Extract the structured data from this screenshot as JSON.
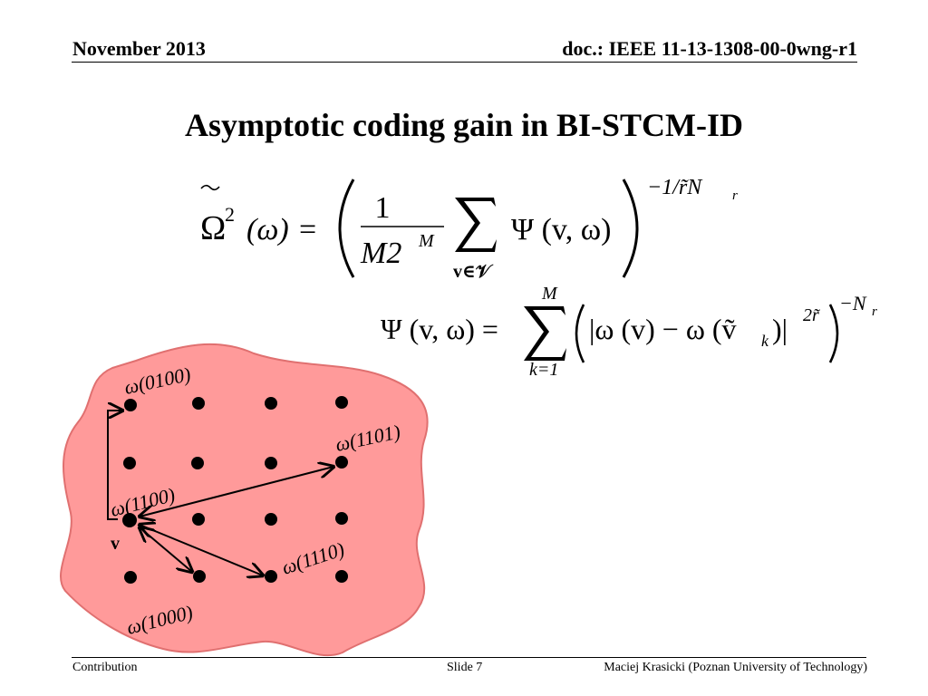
{
  "header": {
    "date": "November 2013",
    "doc_id": "doc.: IEEE 11-13-1308-00-0wng-r1"
  },
  "slide": {
    "title": "Asymptotic coding gain in BI-STCM-ID"
  },
  "equations": {
    "eq1": {
      "lhs_symbol": "Ω",
      "lhs_sup": "2",
      "lhs_arg": "(ω)",
      "equals": "=",
      "frac_num": "1",
      "frac_den": "M2",
      "frac_den_sup": "M",
      "sum_sub": "v∈𝒱",
      "psi_term": "Ψ (v, ω)",
      "exponent": "−1/r̃N",
      "exponent_sub": "r"
    },
    "eq2": {
      "lhs": "Ψ (v, ω) =",
      "sum_sup": "M",
      "sum_sub": "k=1",
      "body": "|ω (v) − ω (ṽ",
      "body_sub": "k",
      "body_end": ")|",
      "body_sup": "2r̃",
      "exponent": "−N",
      "exponent_sub": "r"
    }
  },
  "diagram": {
    "region_color": "#ff9a9a",
    "region_edge_color": "#e05a5a",
    "point_label": "v",
    "labels": {
      "l0100": "ω(0100)",
      "l1101": "ω(1101)",
      "l1100": "ω(1100)",
      "l1110": "ω(1110)",
      "l1000": "ω(1000)"
    }
  },
  "footer": {
    "left": "Contribution",
    "center": "Slide 7",
    "right": "Maciej Krasicki (Poznan University of Technology)"
  }
}
